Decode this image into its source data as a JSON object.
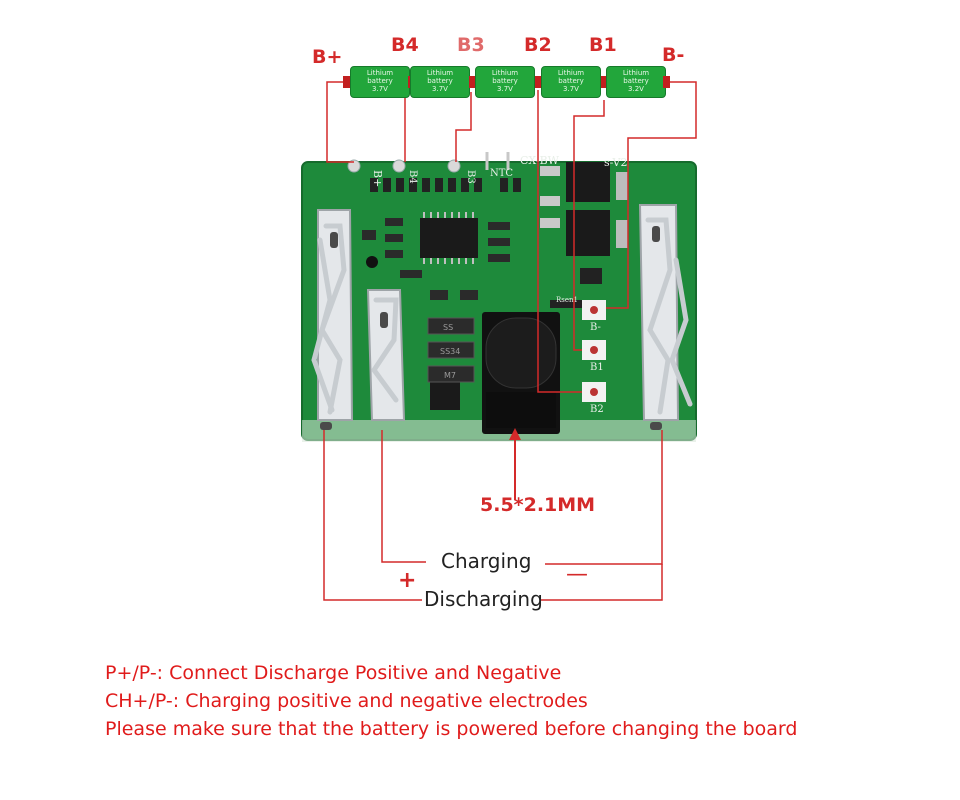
{
  "cells": {
    "line1": "Lithium",
    "line2": "battery",
    "voltages": [
      "3.7V",
      "3.7V",
      "3.7V",
      "3.7V",
      "3.2V"
    ]
  },
  "labels": {
    "b_plus": "B+",
    "b4": "B4",
    "b3": "B3",
    "b2": "B2",
    "b1": "B1",
    "b_minus": "B-",
    "connector_size": "5.5*2.1MM",
    "charging": "Charging",
    "discharging": "Discharging",
    "plus_sign": "+",
    "minus_sign": "—"
  },
  "board_silkscreen": {
    "pad_bplus": "B+",
    "pad_b4": "B4",
    "pad_b3": "B3",
    "ntc": "NTC",
    "model": "CX-BW",
    "version": "s-V2",
    "rsense": "Rsen1",
    "pad_bminus": "B-",
    "pad_b1": "B1",
    "pad_b2": "B2",
    "diode1": "SS",
    "diode2": "SS34",
    "diode3": "M7"
  },
  "notes": {
    "line1": "P+/P-: Connect Discharge Positive and Negative",
    "line2": "CH+/P-: Charging positive and negative electrodes",
    "line3": "Please make sure that the battery is powered before changing the board"
  },
  "colors": {
    "wire": "#d42a2a",
    "label": "#d42a2a",
    "note": "#e01b1b",
    "pcb": "#1f8a3a",
    "cell": "#22a63b"
  }
}
